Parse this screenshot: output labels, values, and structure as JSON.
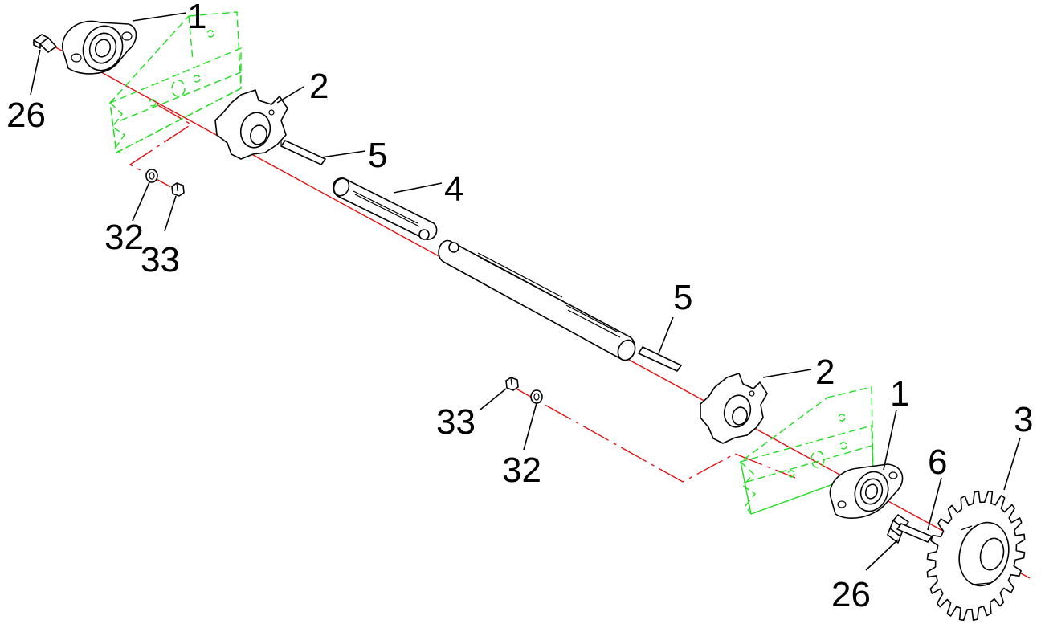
{
  "colors": {
    "frame_outline": "#22dd22",
    "centerline": "#e01010",
    "part_outline": "#000000",
    "background": "#ffffff"
  },
  "callouts": {
    "bearing_top": "1",
    "bearing_bottom": "1",
    "sprocket_top": "2",
    "sprocket_bottom": "2",
    "gear": "3",
    "shaft": "4",
    "key_top": "5",
    "key_bottom": "5",
    "key_gear": "6",
    "bolt_top": "26",
    "bolt_bottom": "26",
    "washer_top": "32",
    "washer_bottom": "32",
    "nut_top": "33",
    "nut_bottom": "33"
  }
}
